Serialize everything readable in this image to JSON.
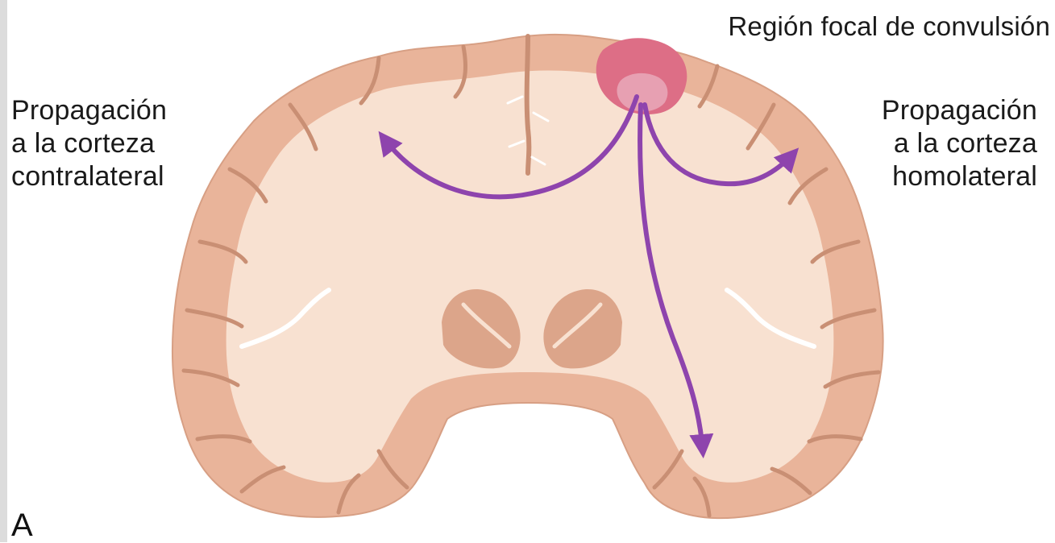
{
  "labels": {
    "focal_region": "Región focal de convulsión",
    "contralateral": [
      "Propagación",
      "a la corteza",
      "contralateral"
    ],
    "homolateral": [
      "Propagación",
      "a la corteza",
      "homolateral"
    ],
    "panel_letter": "A"
  },
  "colors": {
    "cortex": "#e9b49a",
    "white_matter": "#f8e1d1",
    "sulcus_line": "#c98f74",
    "basal_ganglia": "#dca58a",
    "focus_outer": "#dd6e86",
    "focus_inner": "#e7a0b2",
    "arrow": "#8e44ad"
  }
}
